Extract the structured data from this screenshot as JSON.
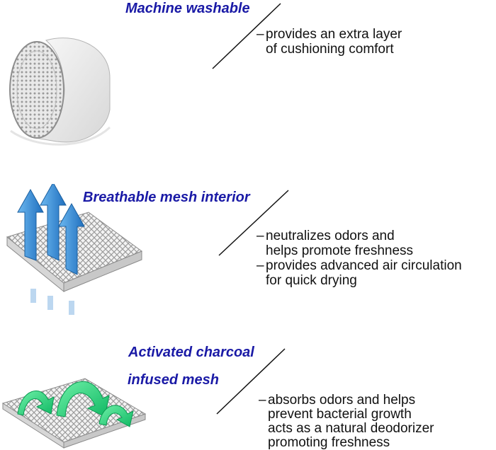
{
  "sections": [
    {
      "title": "Machine washable",
      "image": "cushion-insole-icon",
      "bullets": [
        {
          "dash": "–",
          "lines": [
            "provides an extra layer",
            "of cushioning comfort"
          ]
        }
      ]
    },
    {
      "title": "Breathable mesh interior",
      "image": "mesh-with-blue-arrows-icon",
      "bullets": [
        {
          "dash": "–",
          "lines": [
            "neutralizes odors and",
            "helps promote freshness"
          ]
        },
        {
          "dash": "–",
          "lines": [
            "provides advanced air circulation",
            "for quick drying"
          ]
        }
      ]
    },
    {
      "title_lines": [
        "Activated charcoal",
        "infused mesh"
      ],
      "image": "mesh-with-green-arrows-icon",
      "bullets": [
        {
          "dash": "–",
          "lines": [
            "absorbs odors and helps",
            "prevent bacterial growth",
            "acts as a natural deodorizer",
            "promoting freshness"
          ]
        }
      ]
    }
  ],
  "colors": {
    "title": "#1a1aa6",
    "blue_arrow": "#2f86d6",
    "green_arrow": "#1fd37a",
    "mesh": "#cfcfcf"
  }
}
